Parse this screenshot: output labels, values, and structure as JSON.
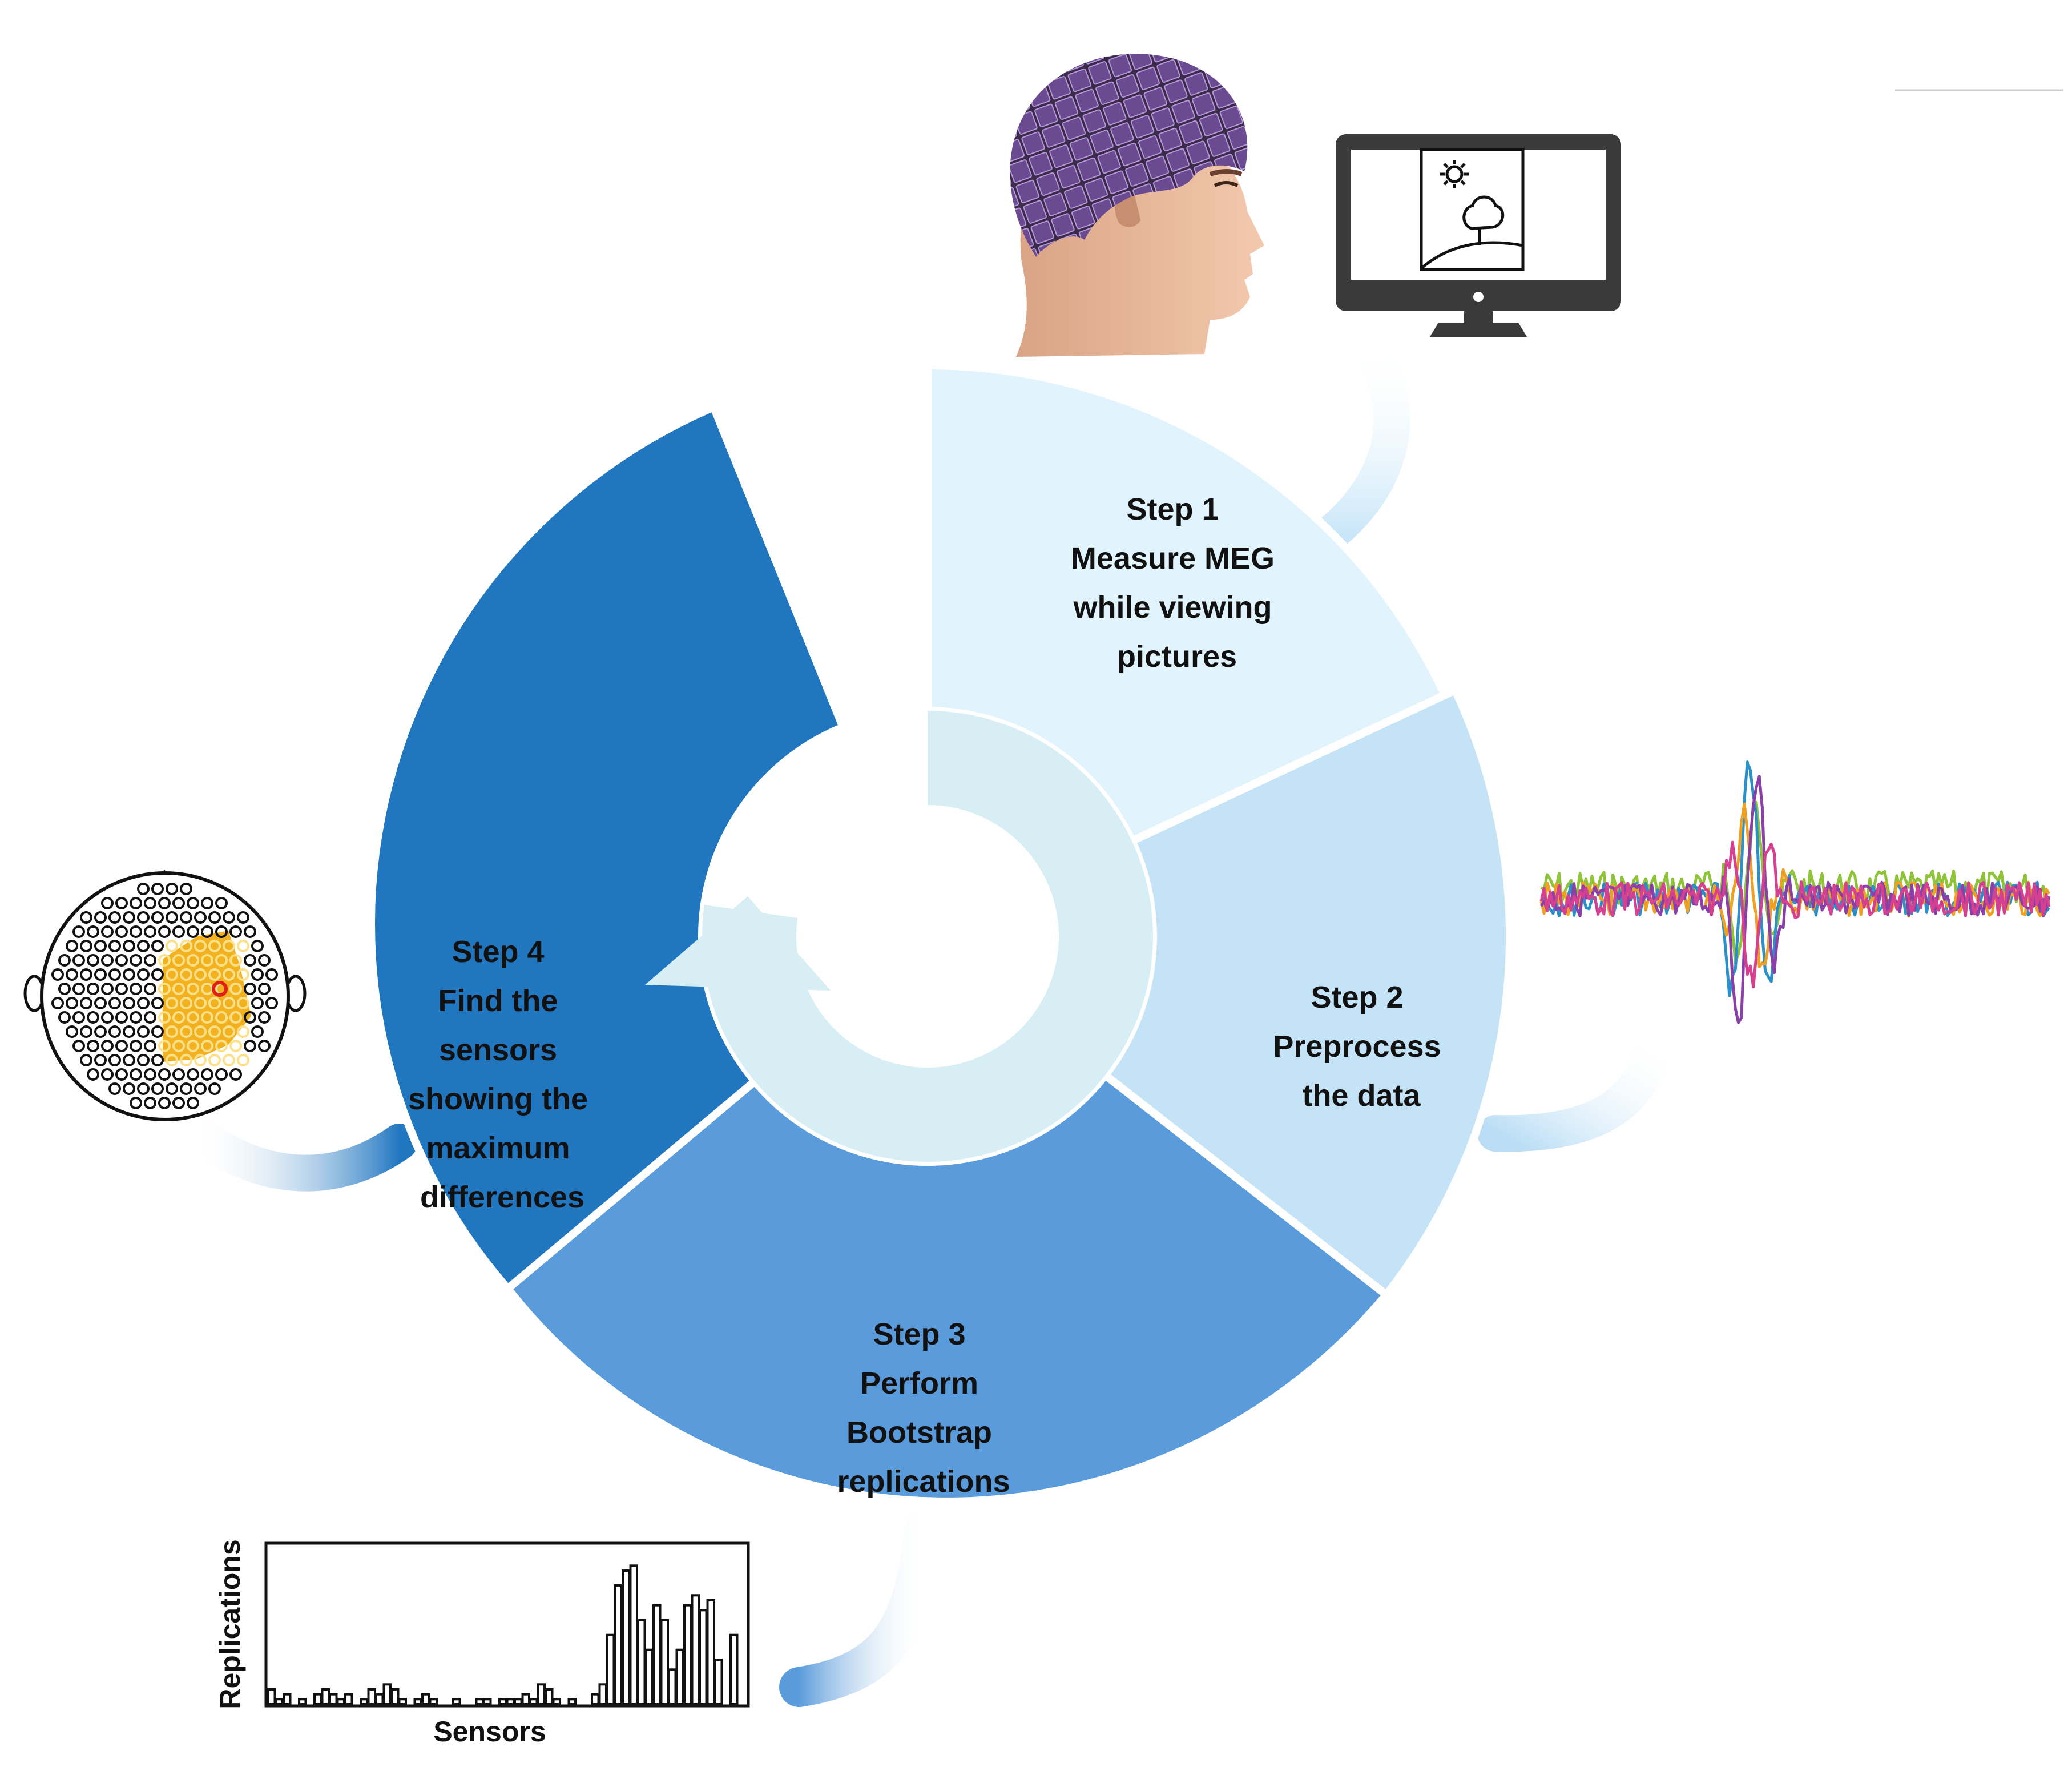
{
  "steps": [
    {
      "title": "Step 1",
      "lines": [
        "Measure MEG",
        "while viewing",
        "pictures"
      ],
      "color": "#e1f3fc"
    },
    {
      "title": "Step 2",
      "lines": [
        "Preprocess",
        "the data"
      ],
      "color": "#c4e3f7"
    },
    {
      "title": "Step 3",
      "lines": [
        "Perform",
        "Bootstrap",
        "replications"
      ],
      "color": "#5a9bdb"
    },
    {
      "title": "Step 4",
      "lines": [
        "Find the",
        "sensors",
        "showing the",
        "maximum",
        "differences"
      ],
      "color": "#2176c0"
    }
  ],
  "center_arrow_color": "#d6eef4",
  "histogram": {
    "xlabel": "Sensors",
    "ylabel": "Replications",
    "values": [
      3,
      1,
      2,
      0,
      1,
      0,
      2,
      3,
      2,
      1,
      2,
      0,
      1,
      3,
      2,
      4,
      3,
      1,
      0,
      1,
      2,
      1,
      0,
      0,
      1,
      0,
      0,
      1,
      1,
      0,
      1,
      1,
      1,
      2,
      1,
      4,
      3,
      1,
      0,
      1,
      0,
      0,
      2,
      4,
      14,
      24,
      27,
      28,
      17,
      11,
      20,
      17,
      7,
      11,
      20,
      22,
      19,
      21,
      9,
      0,
      14,
      0
    ]
  },
  "topomap": {
    "highlight": "#f2b21f",
    "marker": "#e0201a"
  },
  "traces": {
    "colors": [
      "#8fc43a",
      "#2b8fc8",
      "#f0a020",
      "#8b3fa8",
      "#d64090"
    ]
  }
}
